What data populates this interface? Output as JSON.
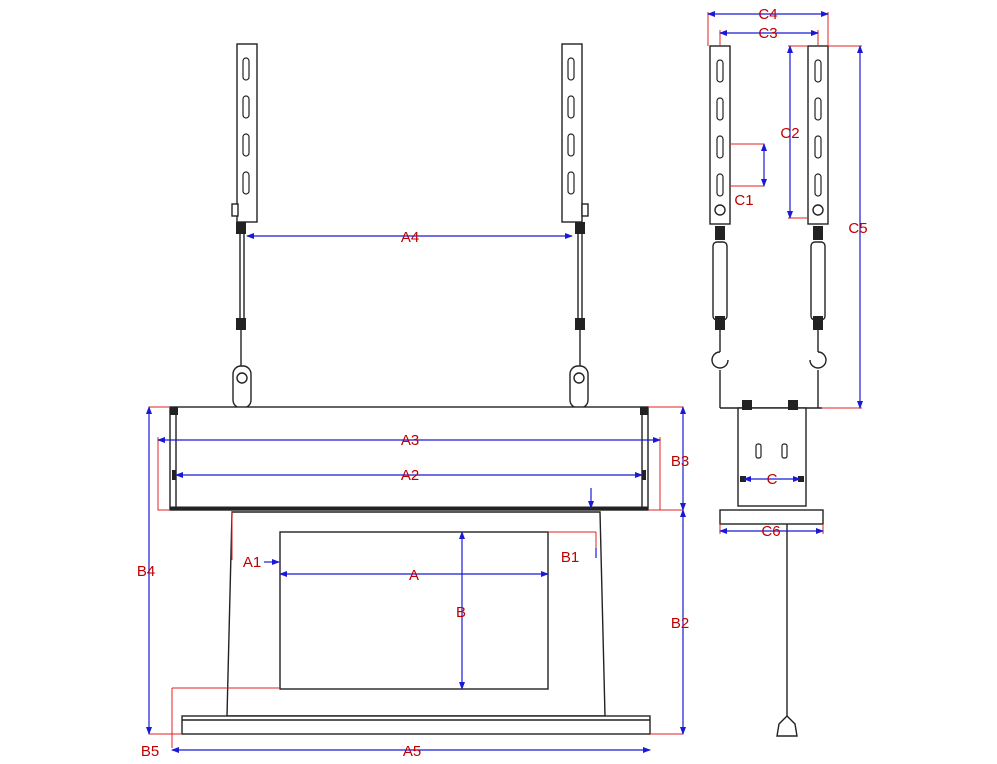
{
  "labels": {
    "A": "A",
    "A1": "A1",
    "A2": "A2",
    "A3": "A3",
    "A4": "A4",
    "A5": "A5",
    "B": "B",
    "B1": "B1",
    "B2": "B2",
    "B3": "B3",
    "B4": "B4",
    "B5": "B5",
    "C": "C",
    "C1": "C1",
    "C2": "C2",
    "C3": "C3",
    "C4": "C4",
    "C5": "C5",
    "C6": "C6"
  },
  "colors": {
    "dimension_line": "#1a1ad6",
    "extension_line": "#e02020",
    "label_text": "#c00000",
    "outline": "#222222"
  }
}
